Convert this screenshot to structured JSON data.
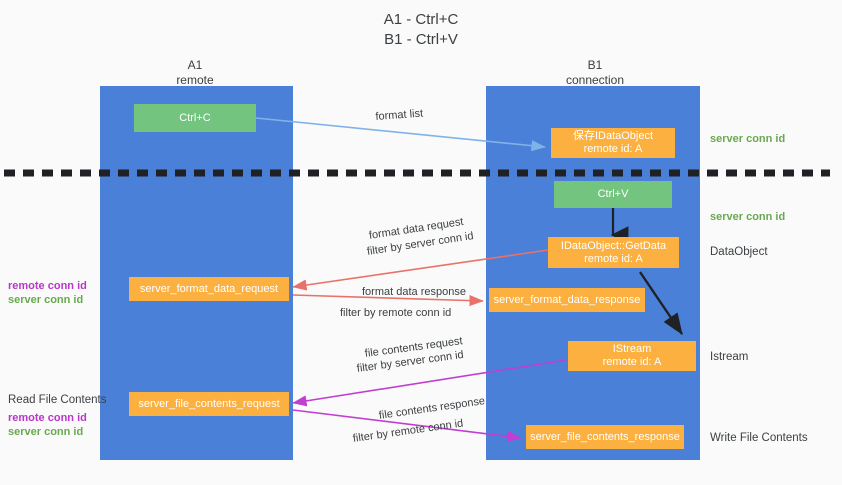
{
  "title": {
    "line1": "A1 - Ctrl+C",
    "line2": "B1 - Ctrl+V"
  },
  "columns": [
    {
      "id": "a1",
      "name": "A1",
      "sub": "remote"
    },
    {
      "id": "b1",
      "name": "B1",
      "sub": "connection"
    }
  ],
  "nodes": {
    "ctrl_c": {
      "label": "Ctrl+C",
      "color": "#72c47e"
    },
    "save_dataobject": {
      "line1": "保存IDataObject",
      "line2": "remote id: A",
      "color": "#fbb040"
    },
    "ctrl_v": {
      "label": "Ctrl+V",
      "color": "#72c47e"
    },
    "getdata": {
      "line1": "IDataObject::GetData",
      "line2": "remote id: A",
      "color": "#fbb040"
    },
    "format_data_request": {
      "label": "server_format_data_request",
      "color": "#fbb040"
    },
    "format_data_response": {
      "label": "server_format_data_response",
      "color": "#fbb040"
    },
    "istream": {
      "line1": "IStream",
      "line2": "remote id: A",
      "color": "#fbb040"
    },
    "file_contents_request": {
      "label": "server_file_contents_request",
      "color": "#fbb040"
    },
    "file_contents_response": {
      "label": "server_file_contents_response",
      "color": "#fbb040"
    }
  },
  "edge_labels": {
    "format_list": "format list",
    "format_data_request": "format data request",
    "format_data_request_filter_prefix": "filter by ",
    "format_data_request_filter_value": "server conn id",
    "format_data_response": "format data response",
    "format_data_response_filter_prefix": "filter by ",
    "format_data_response_filter_value": "remote conn id",
    "file_contents_request": "file contents request",
    "file_contents_request_filter_prefix": "filter by ",
    "file_contents_request_filter_value": "server conn id",
    "file_contents_response": "file contents response",
    "file_contents_response_filter_prefix": "filter by ",
    "file_contents_response_filter_value": "remote conn id"
  },
  "right_labels": {
    "server_conn_id_top": "server conn id",
    "server_conn_id_mid": "server conn id",
    "dataobject": "DataObject",
    "istream": "Istream",
    "write_file_contents": "Write File Contents"
  },
  "left_labels": {
    "remote_conn_id_1": "remote conn id",
    "server_conn_id_1": "server conn id",
    "read_file_contents": "Read File Contents",
    "remote_conn_id_2": "remote conn id",
    "server_conn_id_2": "server conn id"
  },
  "colors": {
    "lane": "#4a80d8",
    "node_orange": "#fbb040",
    "node_green": "#72c47e",
    "green_text": "#6aa84f",
    "magenta_text": "#b936c9",
    "arrow_blue": "#7fb3e8",
    "arrow_red": "#e8726a",
    "arrow_magenta": "#c13fd0",
    "arrow_black": "#202124",
    "background": "#fafafa",
    "divider": "#202124"
  }
}
